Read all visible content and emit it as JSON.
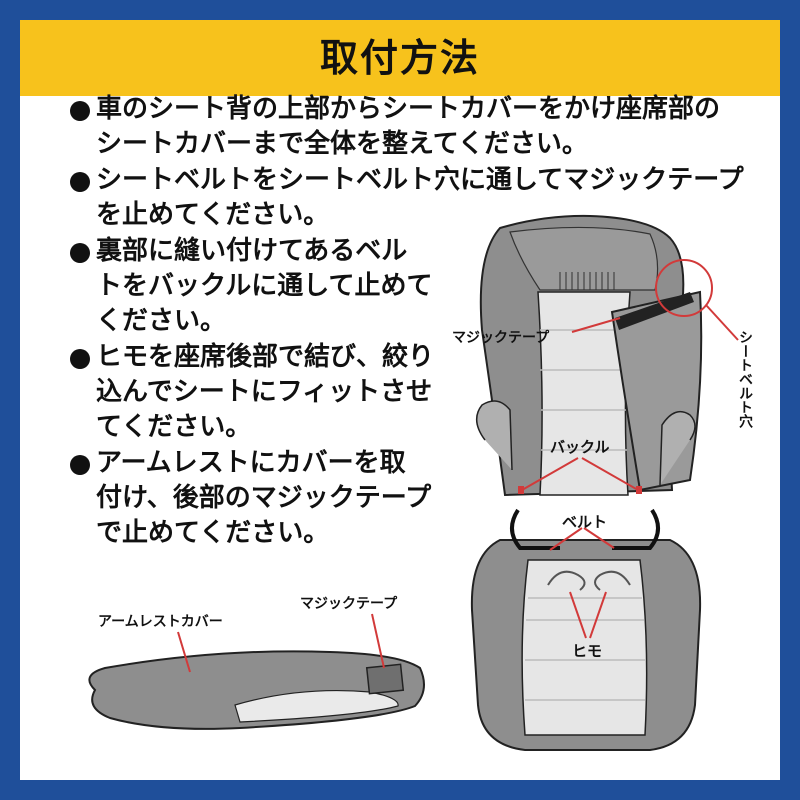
{
  "title": "取付方法",
  "steps": [
    {
      "line1": "車のシート背の上部からシートカバーをかけ座席部の",
      "line2": "シートカバーまで全体を整えてください。"
    },
    {
      "line1": "シートベルトをシートベルト穴に通してマジックテープ",
      "line2": "を止めてください。"
    },
    {
      "line1": "裏部に縫い付けてあるベル",
      "line2": "トをバックルに通して止めて",
      "line3": "ください。"
    },
    {
      "line1": "ヒモを座席後部で結び、絞り",
      "line2": "込んでシートにフィットさせ",
      "line3": "てください。"
    },
    {
      "line1": "アームレストにカバーを取",
      "line2": "付け、後部のマジックテープ",
      "line3": "で止めてください。"
    }
  ],
  "labels": {
    "magic_tape_seat": "マジックテープ",
    "seatbelt_hole_vertical": "シートベルト穴",
    "buckle": "バックル",
    "belt": "ベルト",
    "string": "ヒモ",
    "armrest_cover": "アームレストカバー",
    "magic_tape_armrest": "マジックテープ"
  },
  "colors": {
    "frame": "#1f4f9a",
    "banner": "#f7c21c",
    "callout": "#d23a3a",
    "cover": "#8e8e8e"
  }
}
